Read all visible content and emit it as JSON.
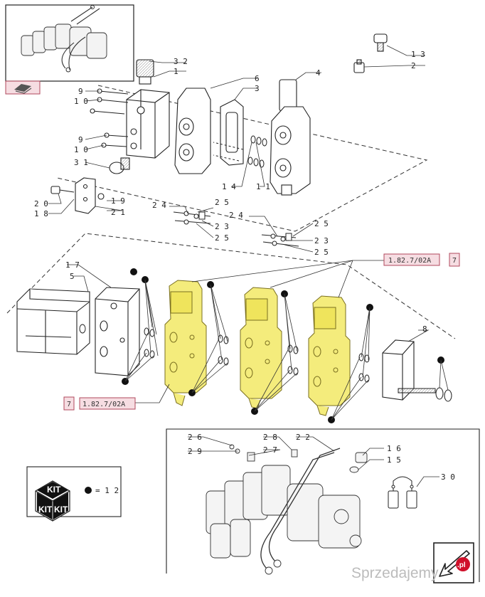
{
  "parts": {
    "p32": "3 2",
    "p1": "1",
    "p6": "6",
    "p3": "3",
    "p4": "4",
    "p13": "1 3",
    "p2": "2",
    "p9a": "9",
    "p10a": "1 0",
    "p9b": "9",
    "p10b": "1 0",
    "p31": "3 1",
    "p14": "1 4",
    "p11": "1 1",
    "p20": "2 0",
    "p18": "1 8",
    "p19": "1 9",
    "p21": "2 1",
    "p24a": "2 4",
    "p25a": "2 5",
    "p23a": "2 3",
    "p25b": "2 5",
    "p24b": "2 4",
    "p25c": "2 5",
    "p23b": "2 3",
    "p25d": "2 5",
    "p17": "1 7",
    "p5": "5",
    "p8": "8",
    "p26": "2 6",
    "p29": "2 9",
    "p28": "2 8",
    "p27": "2 7",
    "p22": "2 2",
    "p16": "1 6",
    "p15": "1 5",
    "p30": "3 0"
  },
  "references": {
    "ref_top": "1.82.7/02A",
    "ref_bottom": "1.82.7/02A",
    "ref_box_glyph": "7"
  },
  "kit": {
    "kit_word_1": "KIT",
    "kit_word_2": "KIT",
    "kit_word_3": "KIT",
    "equals_label": "= 1 2"
  },
  "watermark": {
    "brand": "Sprzedajemy",
    "suffix": ".pl"
  },
  "colors": {
    "highlight": "#f4ec7c",
    "ref_box": "#f6dde2",
    "ref_border": "#b0485c",
    "line": "#222222"
  }
}
